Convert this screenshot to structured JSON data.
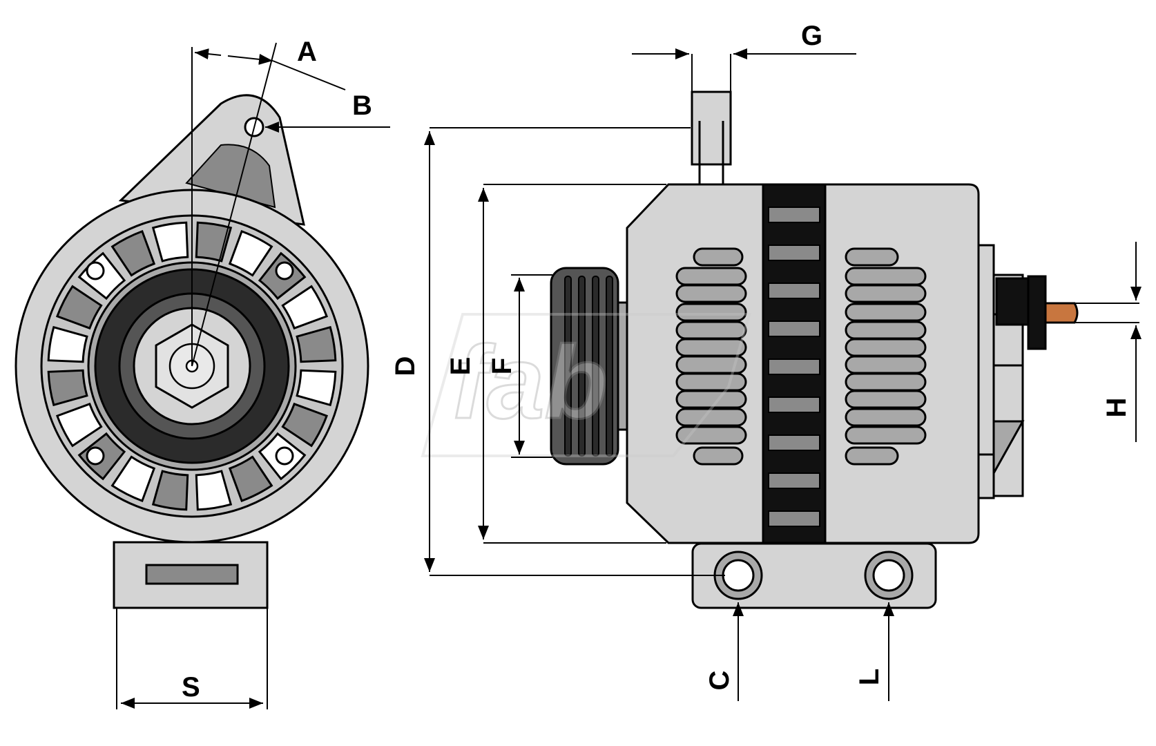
{
  "diagram": {
    "subject": "alternator-dimension-drawing",
    "watermark": "fab",
    "dimension_labels": {
      "a": "A",
      "b": "B",
      "c": "C",
      "d": "D",
      "e": "E",
      "f": "F",
      "g": "G",
      "h": "H",
      "l": "L",
      "s": "S"
    },
    "colors": {
      "outline": "#000000",
      "body_light": "#d4d4d4",
      "body_mid": "#a8a8a8",
      "body_dark": "#555555",
      "hub_dark": "#2b2b2b",
      "terminal_copper": "#c8763f",
      "band_black": "#111111"
    }
  }
}
